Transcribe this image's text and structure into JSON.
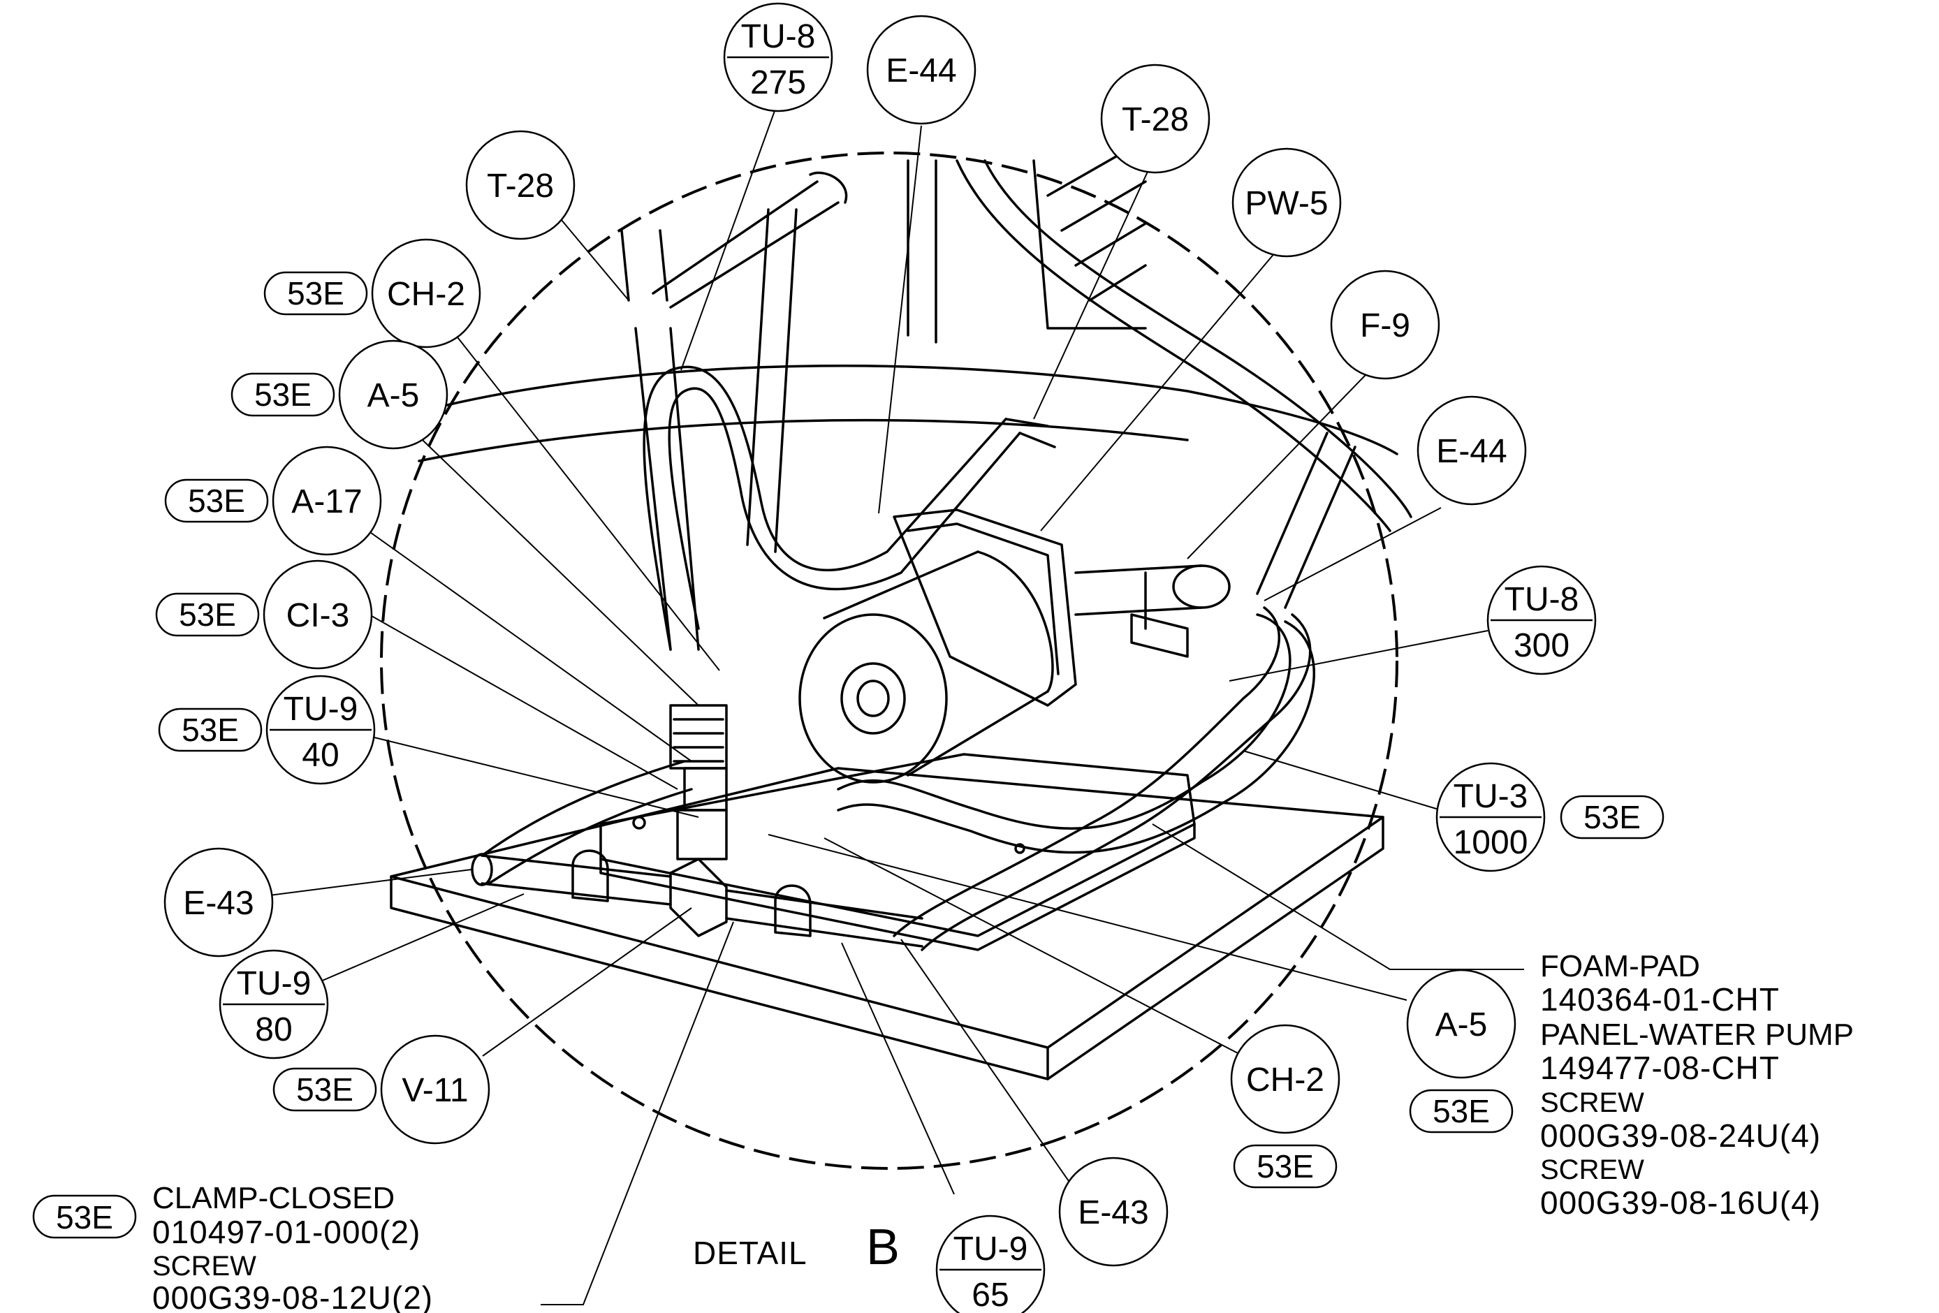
{
  "title": "DETAIL",
  "title_letter": "B",
  "balloons": [
    {
      "label": "TU-8",
      "sub": "275",
      "ref": ""
    },
    {
      "label": "E-44",
      "sub": "",
      "ref": ""
    },
    {
      "label": "T-28",
      "sub": "",
      "ref": ""
    },
    {
      "label": "T-28",
      "sub": "",
      "ref": ""
    },
    {
      "label": "PW-5",
      "sub": "",
      "ref": ""
    },
    {
      "label": "CH-2",
      "sub": "",
      "ref": "53E"
    },
    {
      "label": "F-9",
      "sub": "",
      "ref": ""
    },
    {
      "label": "A-5",
      "sub": "",
      "ref": "53E"
    },
    {
      "label": "E-44",
      "sub": "",
      "ref": ""
    },
    {
      "label": "A-17",
      "sub": "",
      "ref": "53E"
    },
    {
      "label": "CI-3",
      "sub": "",
      "ref": "53E"
    },
    {
      "label": "TU-8",
      "sub": "300",
      "ref": ""
    },
    {
      "label": "TU-9",
      "sub": "40",
      "ref": "53E"
    },
    {
      "label": "TU-3",
      "sub": "1000",
      "ref": "53E"
    },
    {
      "label": "E-43",
      "sub": "",
      "ref": ""
    },
    {
      "label": "TU-9",
      "sub": "80",
      "ref": ""
    },
    {
      "label": "A-5",
      "sub": "",
      "ref": "53E"
    },
    {
      "label": "CH-2",
      "sub": "",
      "ref": "53E"
    },
    {
      "label": "V-11",
      "sub": "",
      "ref": "53E"
    },
    {
      "label": "E-43",
      "sub": "",
      "ref": ""
    },
    {
      "label": "TU-9",
      "sub": "65",
      "ref": ""
    }
  ],
  "notes_right": [
    "FOAM-PAD",
    "140364-01-CHT",
    "PANEL-WATER PUMP",
    "149477-08-CHT",
    "SCREW",
    "000G39-08-24U(4)",
    "SCREW",
    "000G39-08-16U(4)"
  ],
  "notes_left": {
    "ref": "53E",
    "lines": [
      "CLAMP-CLOSED",
      "010497-01-000(2)",
      "SCREW",
      "000G39-08-12U(2)"
    ]
  }
}
